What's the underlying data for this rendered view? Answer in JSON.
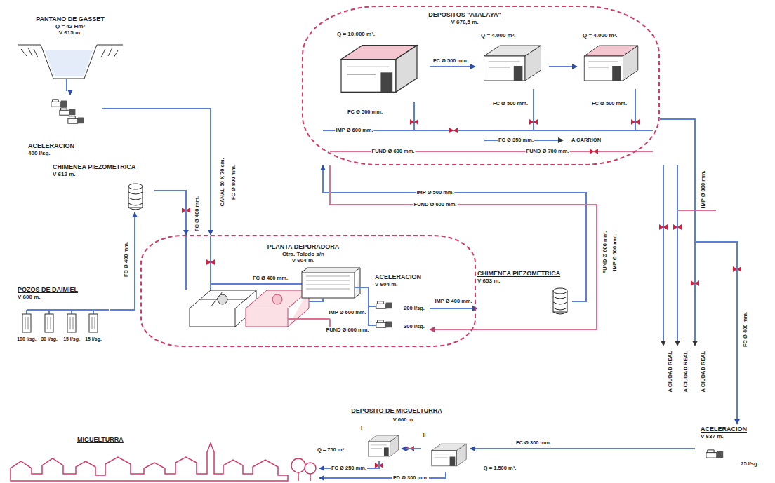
{
  "diagram": {
    "nodes": [
      {
        "text": [
          "PANTANO DE GASSET",
          "Q = 42 Hm³",
          "V 615 m."
        ]
      },
      {
        "text": [
          "ACELERACION",
          "400 l/sg."
        ]
      },
      {
        "text": [
          "CHIMENEA PIEZOMETRICA",
          "V 612 m."
        ]
      },
      {
        "text": [
          "POZOS DE DAIMIEL",
          "V 600 m."
        ]
      },
      {
        "text": [
          "PLANTA DEPURADORA",
          "Ctra. Toledo s/n",
          "V 604 m."
        ]
      },
      {
        "text": [
          "ACELERACION",
          "V 604 m."
        ],
        "in": 4
      },
      {
        "text": [
          "CHIMENEA PIEZOMETRICA",
          "V 653 m."
        ]
      },
      {
        "text": [
          "DEPOSITOS \"ATALAYA\"",
          "V 676,5 m."
        ]
      },
      {
        "text": [
          "Q = 10.000 m³."
        ],
        "in": 7
      },
      {
        "text": [
          "Q = 4.000 m³."
        ],
        "in": 7
      },
      {
        "text": [
          "Q = 4.000 m³."
        ],
        "in": 7
      },
      {
        "text": [
          "ACELERACION",
          "V 637 m."
        ]
      },
      {
        "text": [
          "I"
        ]
      },
      {
        "text": [
          "II"
        ]
      },
      {
        "text": [
          "MIGUELTURRA"
        ]
      }
    ],
    "edges": [
      {
        "from": 0,
        "to": 1,
        "arrow": "to"
      },
      {
        "from": 1,
        "to": 4,
        "label": "CANAL 60 X 70 cm.",
        "arrow": "to"
      },
      {
        "from": 3,
        "to": 2,
        "label": "FC Ø 400 mm.",
        "arrow": "to"
      },
      {
        "from": 2,
        "to": 4,
        "label": "FC Ø 400 mm.",
        "arrow": "to"
      },
      {
        "from": 5,
        "to": 6,
        "label": "IMP Ø 400 mm.",
        "arrow": "to"
      },
      {
        "from": 6,
        "to": 7,
        "label": "IMP Ø 500 mm.",
        "arrow": "to"
      },
      {
        "from": 7,
        "to": 5,
        "label": "FUND Ø 600 mm.",
        "arrow": "to"
      },
      {
        "from": 8,
        "to": 9,
        "label": "FC Ø 500 mm.",
        "arrow": "to"
      },
      {
        "from": 9,
        "to": 10,
        "arrow": "to"
      },
      {
        "from": 7,
        "to": 11,
        "label": "FC Ø 400 mm.",
        "arrow": "to"
      },
      {
        "from": 11,
        "to": 13,
        "label": "FC Ø 300 mm.",
        "arrow": "to"
      },
      {
        "from": 13,
        "to": 12,
        "arrow": "to"
      },
      {
        "from": 12,
        "to": 14,
        "label": "FC Ø 250 mm.",
        "arrow": "to"
      },
      {
        "from": 13,
        "to": 14,
        "label": "FD Ø 300 mm.",
        "arrow": "to"
      }
    ],
    "labels": [
      "FC Ø 800 mm.",
      "100 l/sg.",
      "30 l/sg.",
      "15 l/sg.",
      "15 l/sg.",
      "FC Ø 400 mm.",
      "IMP Ø 600 mm.",
      "FUND Ø 600 mm.",
      "200 l/sg.",
      "300 l/sg.",
      "FUND Ø 600 mm.",
      "IMP Ø 600 mm.",
      "FC Ø 500 mm.",
      "FC Ø 500 mm.",
      "FC Ø 500 mm.",
      "IMP Ø 600 mm.",
      "FC Ø 350 mm.",
      "A CARRION",
      "FUND Ø 600 mm.",
      "FUND Ø 700 mm.",
      "IMP Ø 800 mm.",
      "A CIUDAD REAL",
      "A CIUDAD REAL",
      "A CIUDAD REAL",
      "25 l/sg.",
      "DEPOSITO DE MIGUELTURRA",
      "V 660 m.",
      "Q = 750 m³.",
      "Q = 1.500 m³."
    ]
  }
}
